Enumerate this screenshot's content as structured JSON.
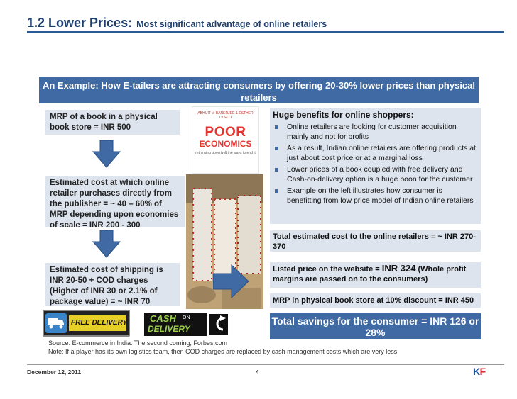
{
  "title": {
    "main": "1.2 Lower Prices:",
    "sub": "Most significant advantage of online retailers"
  },
  "banner": "An Example: How E-tailers are attracting consumers by offering 20-30% lower prices than physical retailers",
  "left_boxes": [
    "MRP of a book in a physical book store = INR 500",
    "Estimated cost at which online retailer purchases directly from the publisher = ~ 40 – 60% of MRP depending upon economies of scale = INR 200 - 300",
    "Estimated cost of shipping is INR 20-50 + COD charges (Higher of INR 30 or 2.1% of package value) = ~ INR 70"
  ],
  "book": {
    "authors": "ABHIJIT V. BANERJEE & ESTHER DUFLO",
    "title1": "POOR",
    "title2": "ECONOMICS",
    "subtitle": "rethinking poverty & the ways to end it"
  },
  "benefits": {
    "heading": "Huge benefits for online shoppers:",
    "items": [
      "Online retailers are looking for customer acquisition mainly and not for profits",
      "As a result, Indian online retailers are offering products at just about cost price or at a marginal loss",
      "Lower prices of a book coupled with free delivery and Cash-on-delivery option is a huge boon for the customer",
      "Example on the left illustrates how consumer is benefitting from low price model of Indian online retailers"
    ]
  },
  "total_cost": "Total estimated cost to the online retailers = ~ INR 270-370",
  "listed_price": {
    "pre": "Listed price on the website = ",
    "price": "INR 324",
    "post": " (Whole profit margins are passed on to the consumers)"
  },
  "mrp_discount": "MRP in physical book store at 10% discount = INR 450",
  "savings": "Total savings for the consumer = INR 126 or 28%",
  "badges": {
    "free_delivery": "FREE DELIVERY",
    "cash": "CASH",
    "on": "ON",
    "delivery": "DELIVERY"
  },
  "source": "Source: E-commerce in India: The second coming, Forbes.com",
  "note": "Note: If a player has its own logistics team, then COD charges are replaced by cash management costs which are very less",
  "footer": {
    "date": "December 12, 2011",
    "page": "4",
    "logo_k": "K",
    "logo_f": "F"
  },
  "colors": {
    "accent": "#3f6aa3",
    "title": "#1f3f6f",
    "box": "#dde4ee",
    "logo_k": "#1f4fa0",
    "logo_f": "#d9232d"
  }
}
